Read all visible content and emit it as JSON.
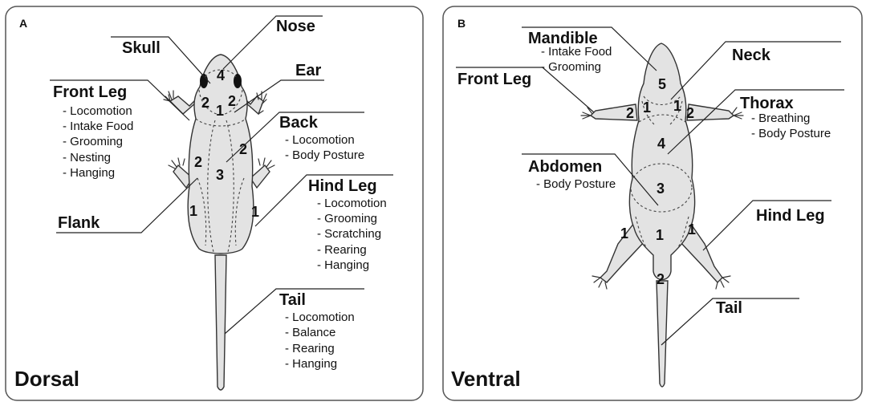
{
  "panels": [
    {
      "letter": "A",
      "view": "Dorsal",
      "regions": [
        {
          "name": "Nose",
          "functions": []
        },
        {
          "name": "Skull",
          "functions": []
        },
        {
          "name": "Ear",
          "functions": []
        },
        {
          "name": "Front Leg",
          "functions": [
            "- Locomotion",
            "- Intake Food",
            "- Grooming",
            "- Nesting",
            "- Hanging"
          ]
        },
        {
          "name": "Back",
          "functions": [
            "- Locomotion",
            "- Body Posture"
          ]
        },
        {
          "name": "Hind Leg",
          "functions": [
            "- Locomotion",
            "- Grooming",
            "- Scratching",
            "- Rearing",
            "- Hanging"
          ]
        },
        {
          "name": "Flank",
          "functions": []
        },
        {
          "name": "Tail",
          "functions": [
            "- Locomotion",
            "- Balance",
            "- Rearing",
            "- Hanging"
          ]
        }
      ],
      "zone_numbers": [
        "4",
        "2",
        "2",
        "1",
        "2",
        "2",
        "3",
        "1",
        "1"
      ]
    },
    {
      "letter": "B",
      "view": "Ventral",
      "regions": [
        {
          "name": "Mandible",
          "functions": [
            "- Intake Food",
            "- Grooming"
          ]
        },
        {
          "name": "Neck",
          "functions": []
        },
        {
          "name": "Front Leg",
          "functions": []
        },
        {
          "name": "Thorax",
          "functions": [
            "- Breathing",
            "- Body Posture"
          ]
        },
        {
          "name": "Abdomen",
          "functions": [
            "- Body Posture"
          ]
        },
        {
          "name": "Hind Leg",
          "functions": []
        },
        {
          "name": "Tail",
          "functions": []
        }
      ],
      "zone_numbers": [
        "5",
        "2",
        "1",
        "1",
        "2",
        "4",
        "3",
        "1",
        "1",
        "1",
        "2"
      ]
    }
  ]
}
